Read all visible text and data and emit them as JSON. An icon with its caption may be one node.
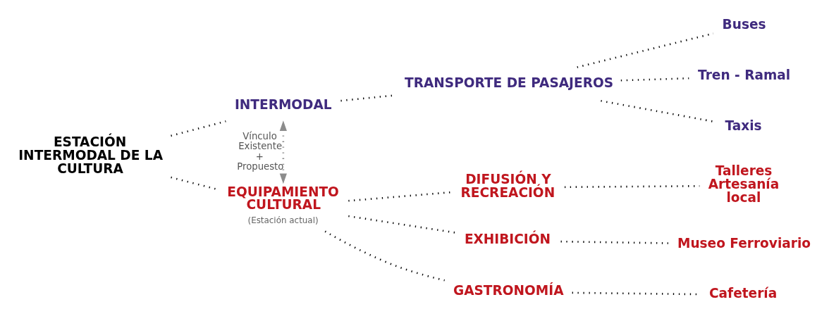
{
  "diagram": {
    "nodes": [
      {
        "text": [
          "ESTACIÓN INTERMODAL DE LA CULTURA"
        ]
      },
      {
        "text": [
          "INTERMODAL"
        ]
      },
      {
        "text": [
          "EQUIPAMIENTO CULTURAL"
        ],
        "beside": [
          "(Estación actual)"
        ]
      },
      {
        "text": [
          "TRANSPORTE DE PASAJEROS"
        ]
      },
      {
        "text": [
          "Buses"
        ]
      },
      {
        "text": [
          "Tren - Ramal"
        ]
      },
      {
        "text": [
          "Taxis"
        ]
      },
      {
        "text": [
          "DIFUSIÓN Y RECREACIÓN"
        ]
      },
      {
        "text": [
          "EXHIBICIÓN"
        ]
      },
      {
        "text": [
          "GASTRONOMÍA"
        ]
      },
      {
        "text": [
          "Talleres Artesanía local"
        ]
      },
      {
        "text": [
          "Museo Ferroviario"
        ]
      },
      {
        "text": [
          "Cafetería"
        ]
      }
    ],
    "edges": [
      {
        "from": 0,
        "to": 1,
        "arrow": "none"
      },
      {
        "from": 0,
        "to": 2,
        "arrow": "none"
      },
      {
        "from": 1,
        "to": 3,
        "arrow": "none"
      },
      {
        "from": 3,
        "to": 4,
        "arrow": "none"
      },
      {
        "from": 3,
        "to": 5,
        "arrow": "none"
      },
      {
        "from": 3,
        "to": 6,
        "arrow": "none"
      },
      {
        "from": 2,
        "to": 7,
        "arrow": "none"
      },
      {
        "from": 2,
        "to": 8,
        "arrow": "none"
      },
      {
        "from": 2,
        "to": 9,
        "arrow": "none"
      },
      {
        "from": 7,
        "to": 10,
        "arrow": "none"
      },
      {
        "from": 8,
        "to": 11,
        "arrow": "none"
      },
      {
        "from": 9,
        "to": 12,
        "arrow": "none"
      },
      {
        "from": 1,
        "to": 2,
        "arrow": "both",
        "label": "Vínculo Existente + Propuesto",
        "color": "#8c8c8c"
      }
    ]
  }
}
